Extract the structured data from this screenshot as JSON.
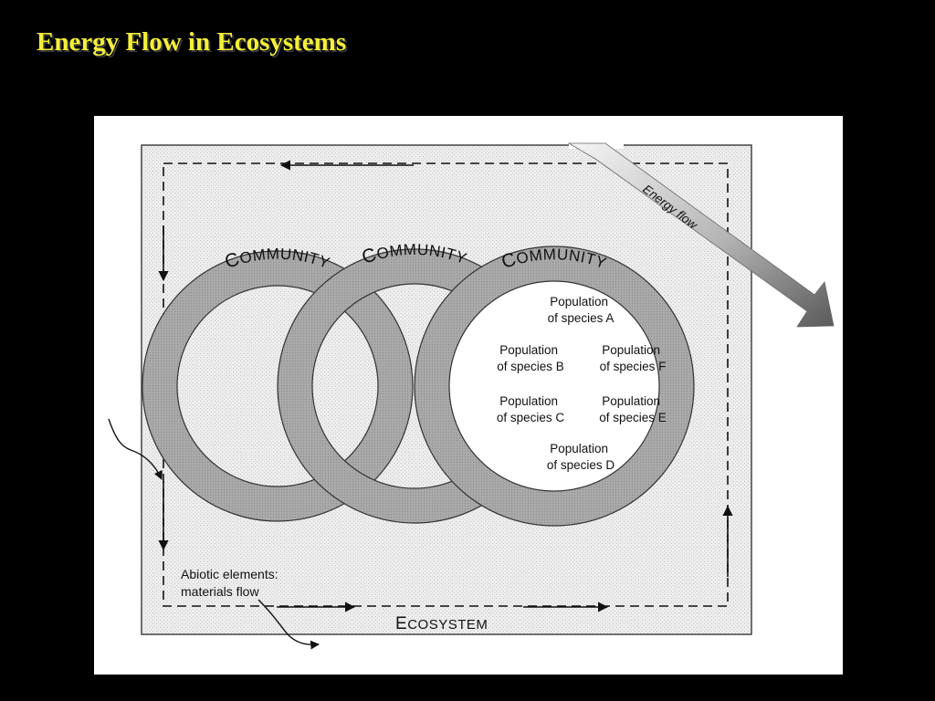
{
  "slide": {
    "title": "Energy Flow in Ecosystems"
  },
  "diagram": {
    "communities": [
      {
        "first": "C",
        "rest": "OMMUNITY"
      },
      {
        "first": "C",
        "rest": "OMMUNITY"
      },
      {
        "first": "C",
        "rest": "OMMUNITY"
      }
    ],
    "populations": [
      {
        "line1": "Population",
        "line2": "of species A"
      },
      {
        "line1": "Population",
        "line2": "of species B"
      },
      {
        "line1": "Population",
        "line2": "of species F"
      },
      {
        "line1": "Population",
        "line2": "of species C"
      },
      {
        "line1": "Population",
        "line2": "of species E"
      },
      {
        "line1": "Population",
        "line2": "of species D"
      }
    ],
    "energy_flow_label": "Energy flow",
    "abiotic_label": {
      "line1": "Abiotic elements:",
      "line2": "materials flow"
    },
    "ecosystem_label": {
      "first": "E",
      "rest": "COSYSTEM"
    },
    "colors": {
      "background": "#000000",
      "title": "#f4f03a",
      "paper": "#ffffff",
      "panel": "#ececec",
      "ring": "#a9a9a9",
      "line": "#111111"
    }
  }
}
